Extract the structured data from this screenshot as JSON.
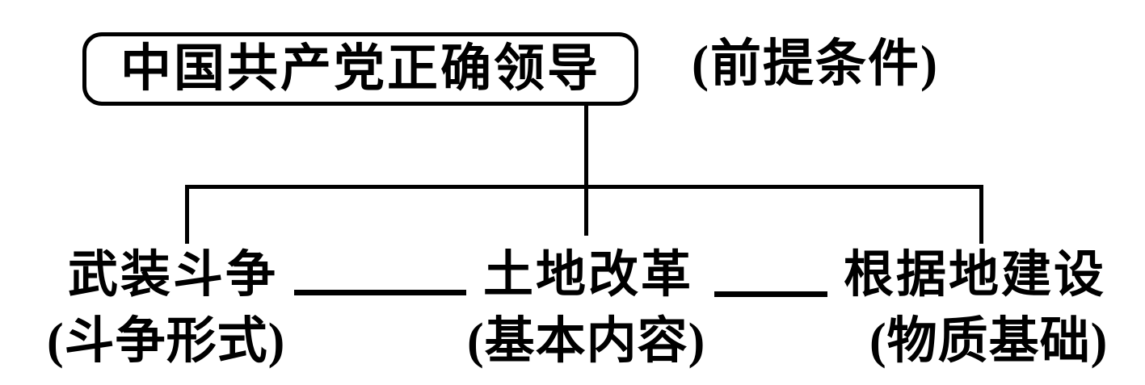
{
  "page": {
    "background_color": "#ffffff",
    "line_color": "#000000",
    "text_color": "#000000"
  },
  "root": {
    "label": "中国共产党正确领导",
    "annotation": "(前提条件)"
  },
  "branches": [
    {
      "label": "武装斗争",
      "annotation": "(斗争形式)"
    },
    {
      "label": "土地改革",
      "annotation": "(基本内容)"
    },
    {
      "label": "根据地建设",
      "annotation": "(物质基础)"
    }
  ]
}
